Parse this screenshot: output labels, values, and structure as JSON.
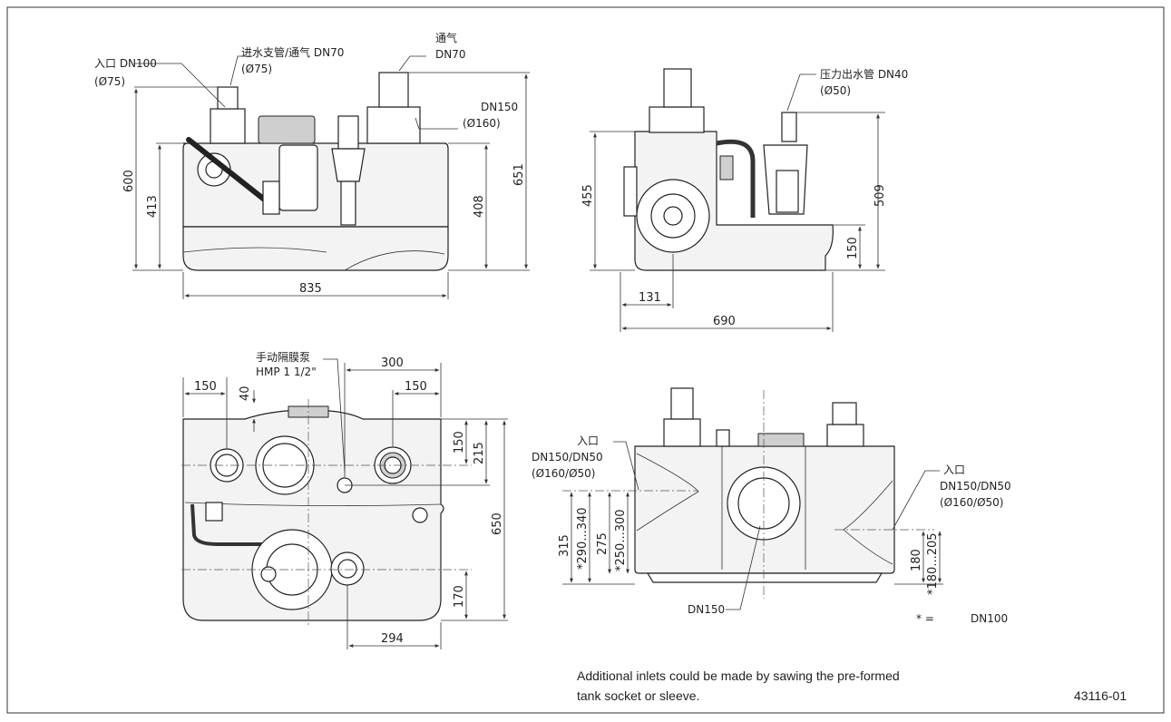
{
  "front_view": {
    "inlet_label": "入口 DN100",
    "inlet_sub": "(Ø75)",
    "branch_label": "进水支管/通气 DN70",
    "branch_sub": "(Ø75)",
    "vent_label_1": "通气",
    "vent_label_2": "DN70",
    "dn150_label": "DN150",
    "dn150_sub": "(Ø160)",
    "dims": {
      "height_total": "651",
      "height_600": "600",
      "height_413": "413",
      "height_408": "408",
      "width": "835"
    }
  },
  "side_view": {
    "pressure_label": "压力出水管 DN40",
    "pressure_sub": "(Ø50)",
    "dims": {
      "height_455": "455",
      "height_509": "509",
      "height_150": "150",
      "width_131": "131",
      "width_690": "690"
    }
  },
  "top_view": {
    "pump_label": "手动隔膜泵",
    "pump_sub": "HMP 1 1/2\"",
    "dims": {
      "d150_left": "150",
      "d40": "40",
      "d300": "300",
      "d150_right": "150",
      "d150_v": "150",
      "d215": "215",
      "d650": "650",
      "d170": "170",
      "d294": "294"
    }
  },
  "rear_view": {
    "inlet_left_label": "入口",
    "inlet_left_sub1": "DN150/DN50",
    "inlet_left_sub2": "(Ø160/Ø50)",
    "inlet_right_label": "入口",
    "inlet_right_sub1": "DN150/DN50",
    "inlet_right_sub2": "(Ø160/Ø50)",
    "dn150_bottom": "DN150",
    "dims": {
      "d315": "315",
      "d290_340": "*290...340",
      "d275": "275",
      "d250_300": "*250...300",
      "d180": "180",
      "d180_205": "*180...205"
    },
    "legend_star": "* =",
    "legend_value": "DN100"
  },
  "footer": {
    "note_line1": "Additional inlets could be made by sawing the pre-formed",
    "note_line2": "tank socket or sleeve.",
    "drawing_number": "43116-01"
  }
}
